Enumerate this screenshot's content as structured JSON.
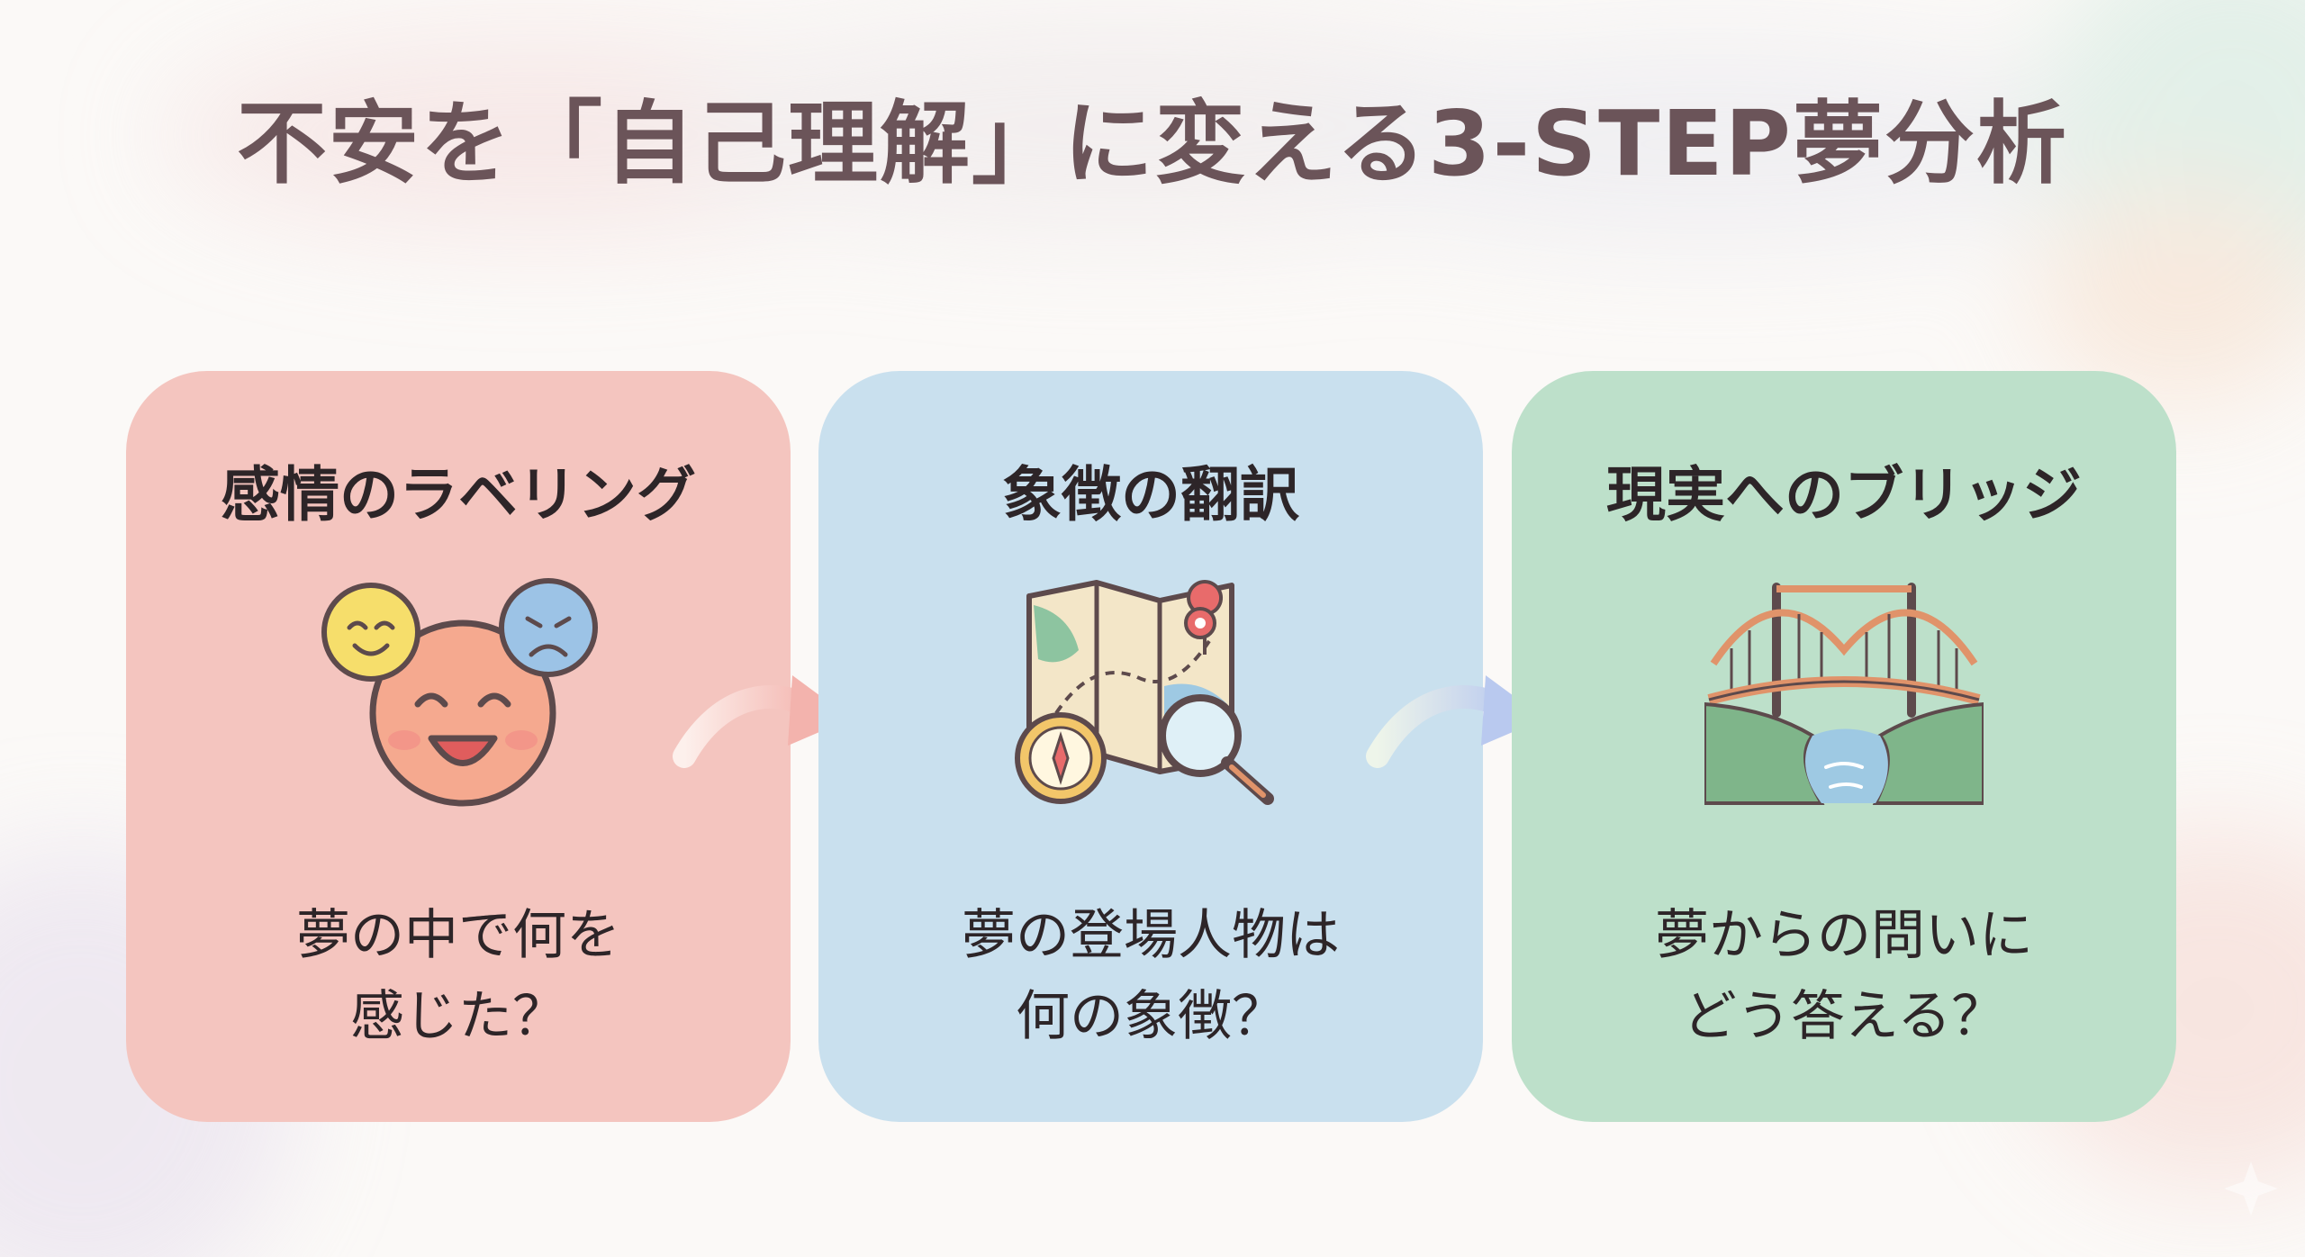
{
  "title": "不安を「自己理解」に変える3-STEP夢分析",
  "steps": [
    {
      "heading": "感情のラベリング",
      "icon": "emotion-faces-icon",
      "question_line1": "夢の中で何を",
      "question_line2": "感じた？",
      "color": "#f4c5bf"
    },
    {
      "heading": "象徴の翻訳",
      "icon": "map-compass-magnifier-icon",
      "question_line1": "夢の登場人物は",
      "question_line2": "何の象徴？",
      "color": "#c9e0ee"
    },
    {
      "heading": "現実へのブリッジ",
      "icon": "bridge-icon",
      "question_line1": "夢からの問いに",
      "question_line2": "どう答える？",
      "color": "#bde0ca"
    }
  ],
  "colors": {
    "title": "#6b5459",
    "text": "#2d2528",
    "background": "#fbf9f7"
  }
}
